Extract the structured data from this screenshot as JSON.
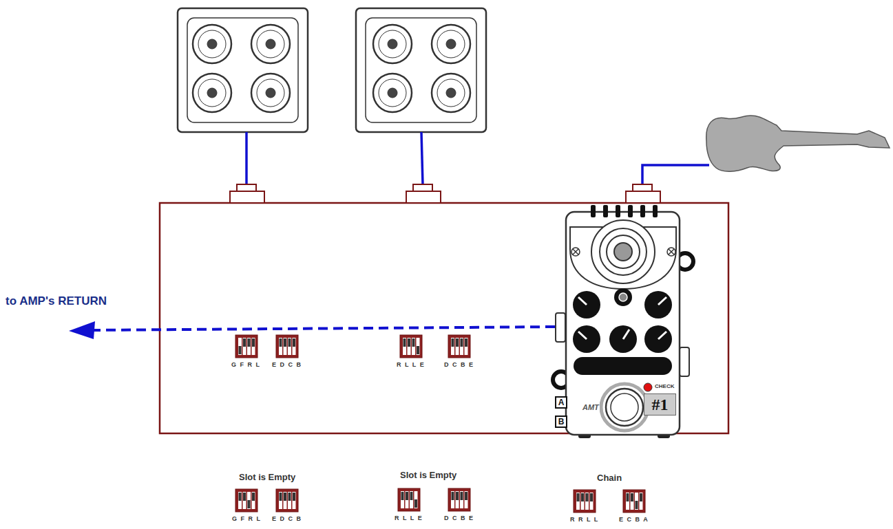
{
  "diagram": {
    "nodes": [
      {
        "text": [
          "A"
        ]
      },
      {
        "text": [
          "B"
        ]
      },
      {
        "text": [
          "#1"
        ]
      }
    ],
    "labels": [
      "to AMP's RETURN",
      "G F R L",
      "E D C B",
      "R L L E",
      "D C B E",
      "CHECK",
      "AMT",
      "Slot is Empty",
      "G F R L",
      "E D C B",
      "Slot is Empty",
      "R L L E",
      "D C B E",
      "Chain",
      "R R L L",
      "E C B A"
    ]
  }
}
